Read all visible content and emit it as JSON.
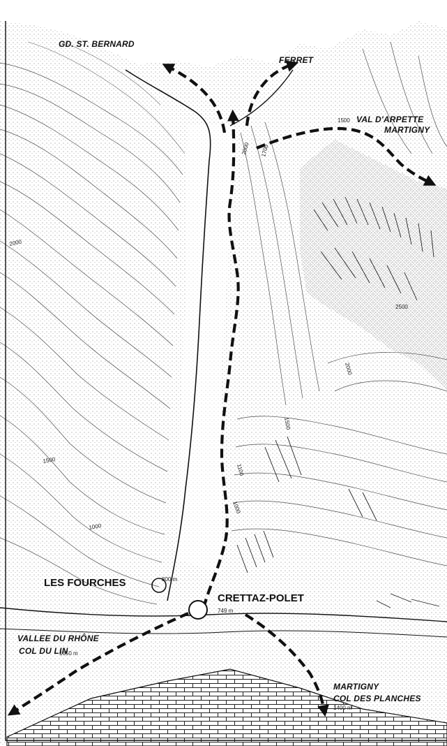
{
  "places": {
    "gd_st_bernard": "GD. ST. BERNARD",
    "ferret": "FERRET",
    "val_darpette": "VAL D'ARPETTE",
    "martigny_top": "MARTIGNY",
    "les_fourches": "LES FOURCHES",
    "crettaz_polet": "CRETTAZ-POLET",
    "vallee_du_rhone": "VALLEE DU RHÔNE",
    "col_du_lin": "COL DU LIN",
    "martigny_bottom": "MARTIGNY",
    "col_des_planches": "COL DES PLANCHES"
  },
  "elevations": {
    "e1500_top": "1500",
    "e2000_upper": "2000",
    "e1700_upper": "1700",
    "e2000_left": "2000",
    "e2500": "2500",
    "e2000_right": "2000",
    "e1500_mid": "1500",
    "e1500_left": "1500",
    "e1100": "1100",
    "e1000_mid": "1000",
    "e1000_left": "1000",
    "e800": "800 m",
    "e749": "749 m",
    "e1650": "1650 m",
    "e1400": "1400 m"
  },
  "colors": {
    "ink": "#111111",
    "paper": "#ffffff"
  }
}
